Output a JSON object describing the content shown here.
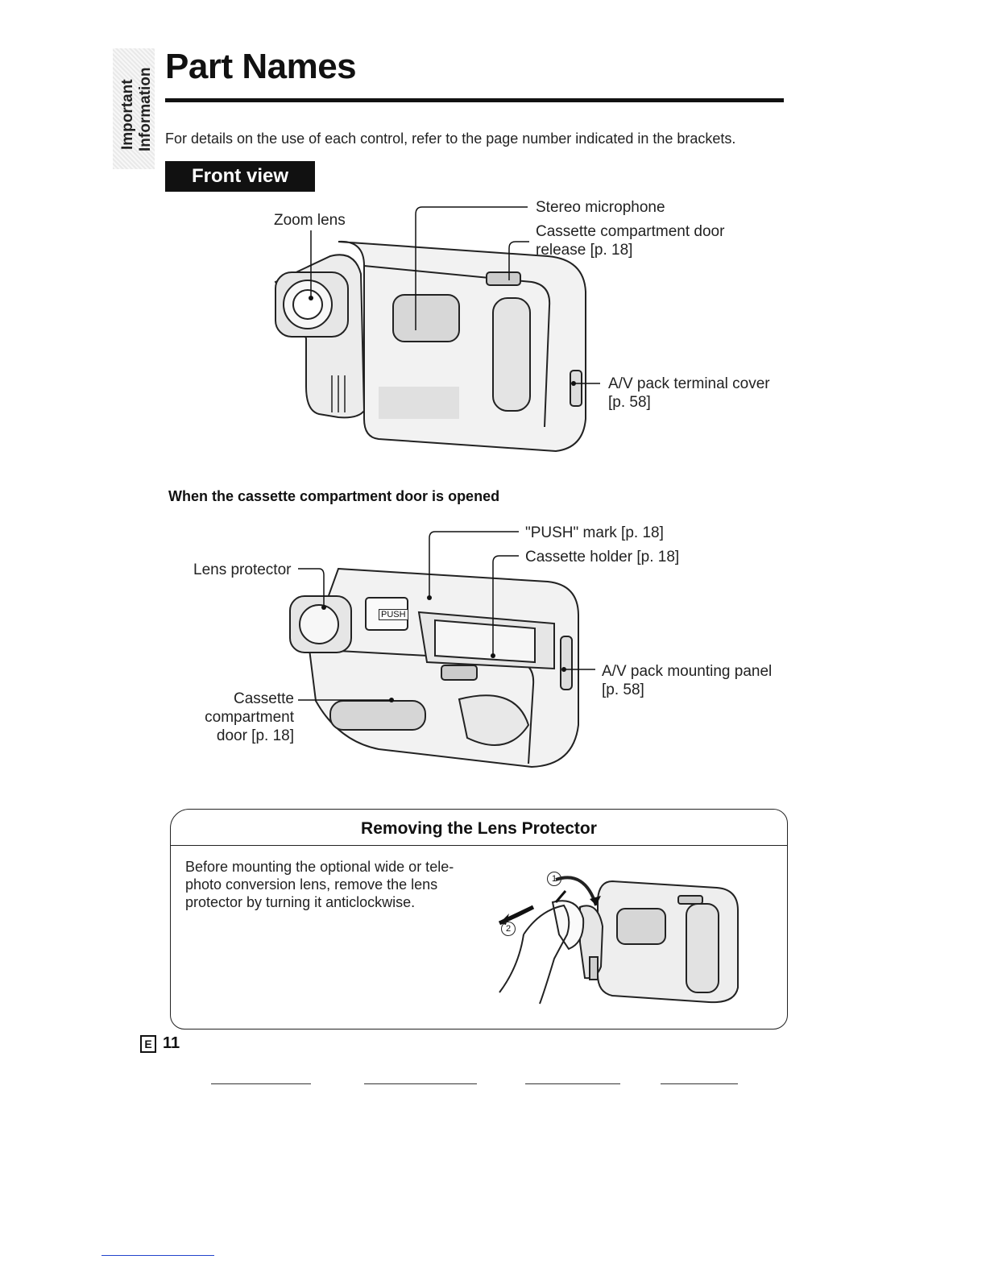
{
  "side_tab": {
    "line1": "Important",
    "line2": "Information"
  },
  "page": {
    "title": "Part Names",
    "intro": "For details on the use of each control, refer to the page number indicated in the brackets."
  },
  "front_view": {
    "heading": "Front view",
    "labels": {
      "zoom_lens": "Zoom lens",
      "stereo_microphone": "Stereo microphone",
      "cassette_door_release_1": "Cassette compartment door",
      "cassette_door_release_2": "release [p. 18]",
      "av_terminal_cover_1": "A/V pack terminal cover",
      "av_terminal_cover_2": "[p. 58]"
    }
  },
  "opened_view": {
    "heading": "When the cassette compartment door is opened",
    "labels": {
      "push_mark": "\"PUSH\" mark [p. 18]",
      "cassette_holder": "Cassette holder [p. 18]",
      "lens_protector": "Lens protector",
      "av_mounting_panel_1": "A/V pack mounting panel",
      "av_mounting_panel_2": "[p. 58]",
      "cassette_door_1": "Cassette",
      "cassette_door_2": "compartment",
      "cassette_door_3": "door [p. 18]",
      "push_text": "PUSH"
    }
  },
  "lens_box": {
    "title": "Removing the Lens Protector",
    "line1": "Before mounting the optional wide or tele-",
    "line2": "photo conversion lens, remove the lens",
    "line3": "protector by turning it anticlockwise.",
    "step1": "1",
    "step2": "2"
  },
  "footer": {
    "badge": "E",
    "page_number": "11"
  }
}
